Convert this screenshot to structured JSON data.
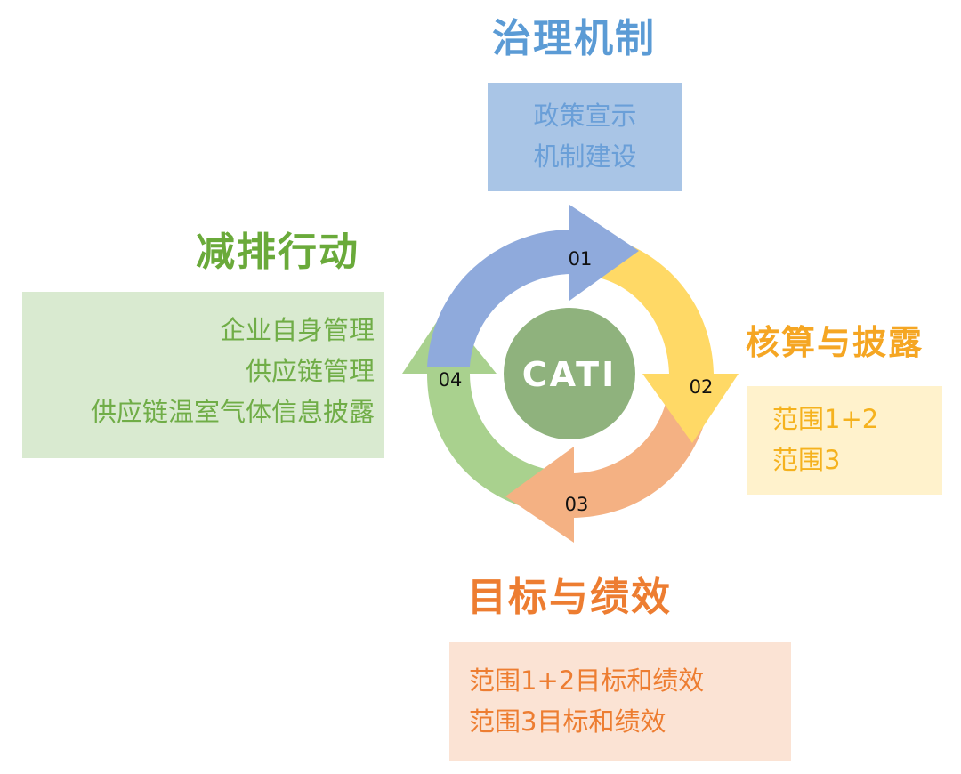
{
  "sections": {
    "governance": {
      "title": "治理机制",
      "items": [
        "政策宣示",
        "机制建设"
      ],
      "color": "#5b9bd5",
      "number": "01"
    },
    "accounting": {
      "title": "核算与披露",
      "items": [
        "范围1+2",
        "范围3"
      ],
      "color": "#f5b21e",
      "number": "02"
    },
    "targets": {
      "title": "目标与绩效",
      "items": [
        "范围1+2目标和绩效",
        "范围3目标和绩效"
      ],
      "color": "#ed7d31",
      "number": "03"
    },
    "reduction": {
      "title": "减排行动",
      "items": [
        "企业自身管理",
        "供应链管理",
        "供应链温室气体信息披露"
      ],
      "color": "#70ad47",
      "number": "04"
    }
  },
  "center": {
    "label": "CATI",
    "color": "#8fb27d"
  },
  "segment_colors": {
    "s01": "#8faadc",
    "s02": "#ffd966",
    "s03": "#f4b183",
    "s04": "#a9d18e"
  }
}
